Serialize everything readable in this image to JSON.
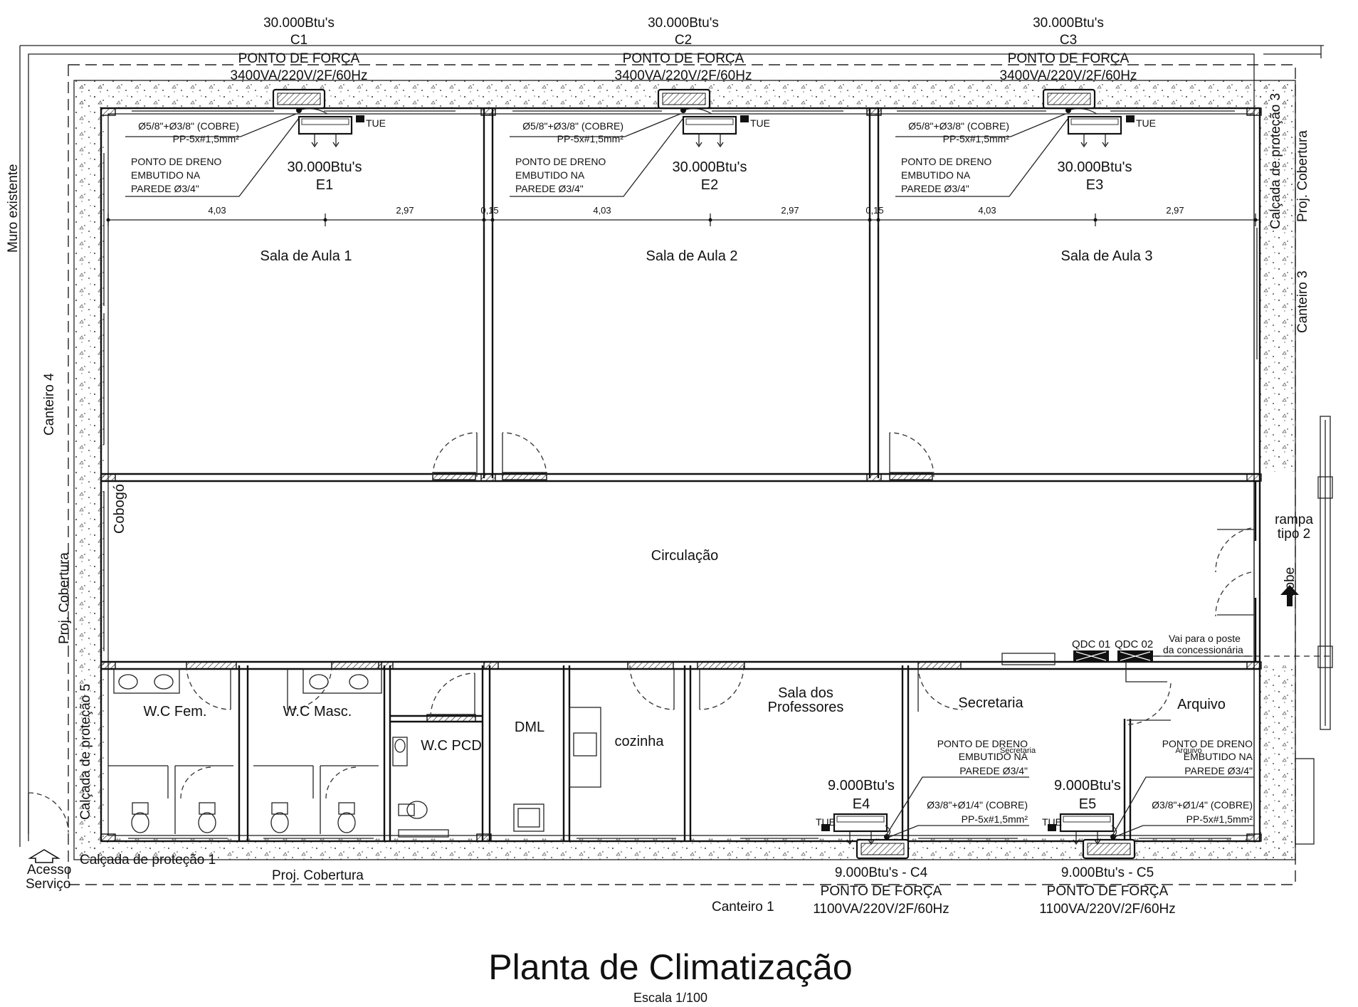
{
  "title": "Planta de Climatização",
  "scale": "Escala 1/100",
  "outside_labels": {
    "muro": "Muro existente",
    "canteiro1": "Canteiro 1",
    "canteiro3": "Canteiro 3",
    "canteiro4": "Canteiro 4",
    "calcada1": "Calçada de proteção 1",
    "calcada3": "Calçada de proteção 3",
    "calcada5": "Calçada de proteção 5",
    "proj_cobertura_bottom": "Proj. Cobertura",
    "proj_cobertura_left": "Proj. Cobertura",
    "proj_cobertura_right": "Proj. Cobertura",
    "acesso": "Acesso",
    "servico": "Serviço",
    "rampa": "rampa",
    "rampa_tipo": "tipo 2",
    "sobe": "sobe",
    "poste_1": "Vai para o poste",
    "poste_2": "da concessionária"
  },
  "rooms": {
    "sala1": "Sala de Aula 1",
    "sala2": "Sala de Aula 2",
    "sala3": "Sala de Aula 3",
    "circulacao": "Circulação",
    "cobogo": "Cobogó",
    "wc_fem": "W.C Fem.",
    "wc_masc": "W.C Masc.",
    "wc_pcd": "W.C PCD",
    "dml": "DML",
    "cozinha": "cozinha",
    "professores_1": "Sala dos",
    "professores_2": "Professores",
    "secretaria": "Secretaria",
    "secretaria_small": "Secretaria",
    "arquivo": "Arquivo",
    "arquivo_small": "Arquivo"
  },
  "condensers": [
    {
      "btu": "30.000Btu's",
      "id": "C1",
      "ponto": "PONTO DE FORÇA",
      "power": "3400VA/220V/2F/60Hz"
    },
    {
      "btu": "30.000Btu's",
      "id": "C2",
      "ponto": "PONTO DE FORÇA",
      "power": "3400VA/220V/2F/60Hz"
    },
    {
      "btu": "30.000Btu's",
      "id": "C3",
      "ponto": "PONTO DE FORÇA",
      "power": "3400VA/220V/2F/60Hz"
    },
    {
      "label": "9.000Btu's - C4",
      "ponto": "PONTO DE FORÇA",
      "power": "1100VA/220V/2F/60Hz"
    },
    {
      "label": "9.000Btu's - C5",
      "ponto": "PONTO DE FORÇA",
      "power": "1100VA/220V/2F/60Hz"
    }
  ],
  "evaporators": [
    {
      "btu": "30.000Btu's",
      "id": "E1",
      "pipe": "Ø5/8\"+Ø3/8\" (COBRE)",
      "cable": "PP-5x#1,5mm²",
      "dreno_1": "PONTO DE DRENO",
      "dreno_2": "EMBUTIDO NA",
      "dreno_3": "PAREDE Ø3/4\"",
      "tue": "TUE"
    },
    {
      "btu": "30.000Btu's",
      "id": "E2",
      "pipe": "Ø5/8\"+Ø3/8\" (COBRE)",
      "cable": "PP-5x#1,5mm²",
      "dreno_1": "PONTO DE DRENO",
      "dreno_2": "EMBUTIDO NA",
      "dreno_3": "PAREDE Ø3/4\"",
      "tue": "TUE"
    },
    {
      "btu": "30.000Btu's",
      "id": "E3",
      "pipe": "Ø5/8\"+Ø3/8\" (COBRE)",
      "cable": "PP-5x#1,5mm²",
      "dreno_1": "PONTO DE DRENO",
      "dreno_2": "EMBUTIDO NA",
      "dreno_3": "PAREDE Ø3/4\"",
      "tue": "TUE"
    },
    {
      "btu": "9.000Btu's",
      "id": "E4",
      "pipe": "Ø3/8\"+Ø1/4\" (COBRE)",
      "cable": "PP-5x#1,5mm²",
      "dreno_1": "PONTO DE DRENO",
      "dreno_2": "EMBUTIDO NA",
      "dreno_3": "PAREDE Ø3/4\"",
      "tue": "TUE"
    },
    {
      "btu": "9.000Btu's",
      "id": "E5",
      "pipe": "Ø3/8\"+Ø1/4\" (COBRE)",
      "cable": "PP-5x#1,5mm²",
      "dreno_1": "PONTO DE DRENO",
      "dreno_2": "EMBUTIDO NA",
      "dreno_3": "PAREDE Ø3/4\"",
      "tue": "TUE"
    }
  ],
  "dimensions": {
    "a": "4,03",
    "b": "2,97",
    "c": "0,15"
  },
  "panels": {
    "qdc1": "QDC 01",
    "qdc2": "QDC 02"
  }
}
